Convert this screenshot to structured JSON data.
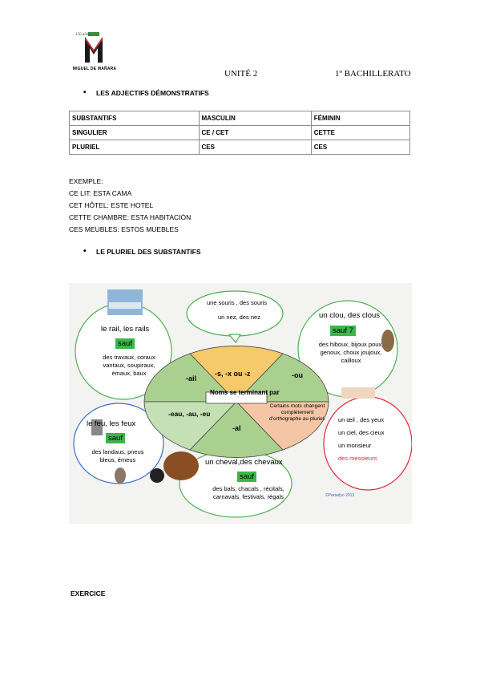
{
  "logo": {
    "caption": "MIGUEL DE MAÑARA"
  },
  "header": {
    "unit": "UNITÉ 2",
    "level": "1º BACHILLERATO"
  },
  "section1": {
    "title": "LES ADJECTIFS DÉMONSTRATIFS"
  },
  "demonstratives_table": {
    "headers": [
      "SUBSTANTIFS",
      "MASCULIN",
      "FÉMININ"
    ],
    "rows": [
      [
        "SINGULIER",
        "CE / CET",
        "CETTE"
      ],
      [
        "PLURIEL",
        "CES",
        "CES"
      ]
    ]
  },
  "examples": {
    "title": "EXEMPLE:",
    "lines": [
      "CE LIT: ESTA CAMA",
      "CET HÔTEL: ESTE HOTEL",
      "CETTE CHAMBRE: ESTA HABITACIÓN",
      "CES MEUBLES: ESTOS MUEBLES"
    ]
  },
  "section2": {
    "title": "LE PLURIEL DES SUBSTANTIFS"
  },
  "infographic": {
    "center": "Noms se terminant par",
    "segments": {
      "sxz": "-s, -x ou -z",
      "ou": "-ou",
      "ail": "-ail",
      "eau": "-eau, -au, -eu",
      "al": "-al",
      "changent": "Certains mots changent complètement d'orthographe au pluriel."
    },
    "bubble_sxz": {
      "line1": "une souris , des souris",
      "line2": "un nez, des nez"
    },
    "bubble_ail": {
      "main": "le rail, les rails",
      "sauf": "sauf",
      "exceptions": "des travaux, coraux vantaux, soupiraux, émaux, baux"
    },
    "bubble_ou": {
      "main": "un clou, des clous",
      "sauf": "sauf 7",
      "exceptions": "des hiboux, bijoux poux, genoux, choux joujoux, cailloux"
    },
    "bubble_eau": {
      "main": "le feu, les feux",
      "sauf": "sauf",
      "exceptions": "des landaus, pneus bleus, émeus"
    },
    "bubble_al": {
      "main": "un cheval,des chevaux",
      "sauf": "sauf",
      "exceptions": "des bals, chacals , récitals, carnavals, festivals, régals"
    },
    "bubble_irregular": {
      "line1": "un œil , des yeux",
      "line2": "un ciel, des cieux",
      "line3": "un monsieur",
      "line4": "des messieurs"
    },
    "credit": "©Partadyo 2013"
  },
  "exercice": {
    "title": "EXERCICE"
  },
  "colors": {
    "green": "#3cb64a",
    "red": "#e0263b",
    "blue_highlight": "#9fd3f4",
    "yellow_highlight": "#f5e163"
  }
}
